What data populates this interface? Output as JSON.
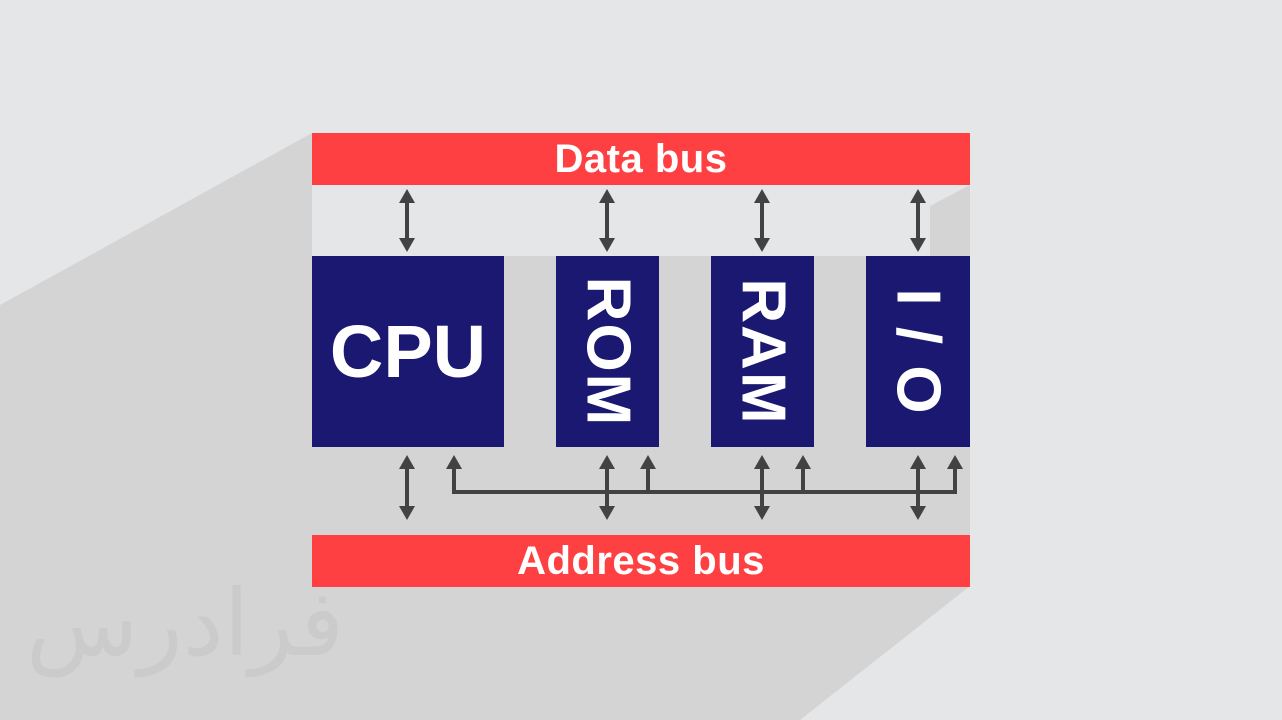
{
  "colors": {
    "background": "#e5e6e8",
    "shadow": "#d4d4d4",
    "bus": "#ff4043",
    "block": "#1a1870",
    "arrow": "#424242",
    "text": "#ffffff",
    "watermark": "#cbcbcb"
  },
  "diagram": {
    "data_bus_label": "Data bus",
    "address_bus_label": "Address bus",
    "blocks": [
      {
        "id": "cpu",
        "label": "CPU",
        "orientation": "horizontal"
      },
      {
        "id": "rom",
        "label": "ROM",
        "orientation": "vertical"
      },
      {
        "id": "ram",
        "label": "RAM",
        "orientation": "vertical"
      },
      {
        "id": "io",
        "label": "I / O",
        "orientation": "vertical"
      }
    ],
    "connections": [
      {
        "from": "data_bus",
        "to": "cpu",
        "type": "bidirectional"
      },
      {
        "from": "data_bus",
        "to": "rom",
        "type": "bidirectional"
      },
      {
        "from": "data_bus",
        "to": "ram",
        "type": "bidirectional"
      },
      {
        "from": "data_bus",
        "to": "io",
        "type": "bidirectional"
      },
      {
        "from": "address_bus",
        "to": "cpu",
        "type": "bidirectional"
      },
      {
        "from": "address_bus",
        "to": "rom",
        "type": "bidirectional"
      },
      {
        "from": "address_bus",
        "to": "ram",
        "type": "bidirectional"
      },
      {
        "from": "address_bus",
        "to": "io",
        "type": "bidirectional"
      },
      {
        "from": "control_line",
        "to": [
          "cpu",
          "rom",
          "ram",
          "io"
        ],
        "type": "unidirectional-up"
      }
    ]
  },
  "watermark": "فرادرس"
}
